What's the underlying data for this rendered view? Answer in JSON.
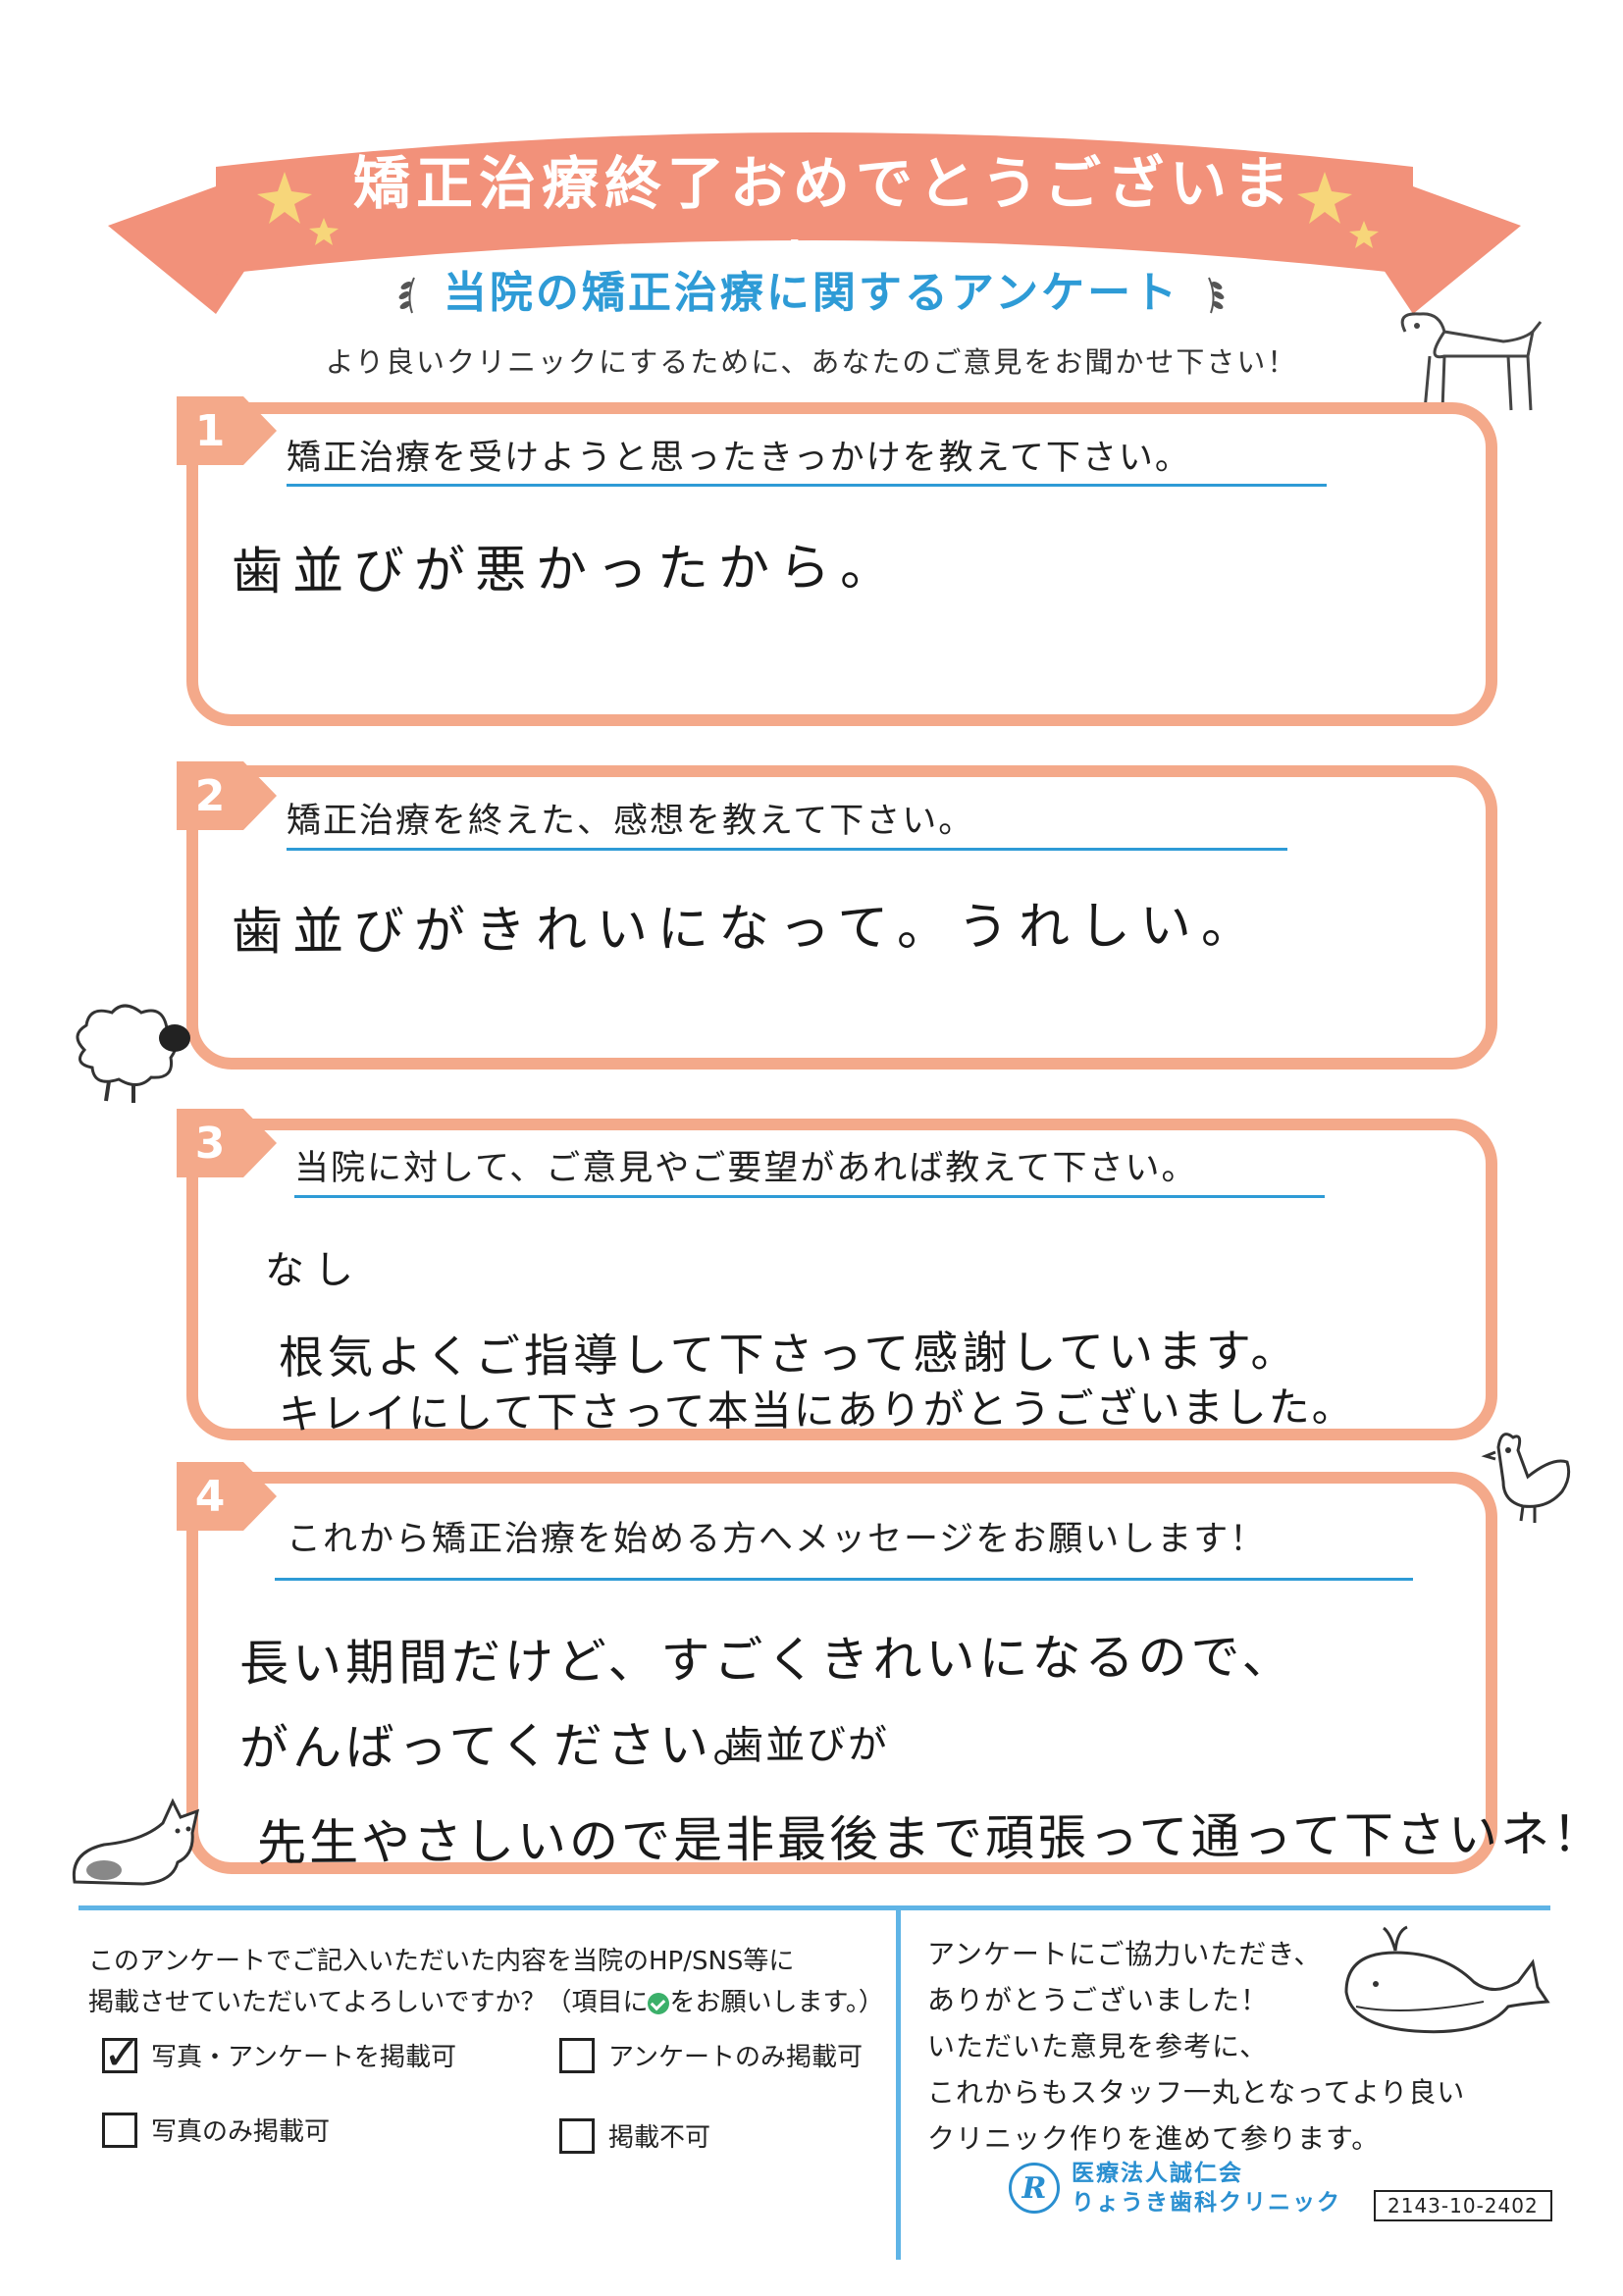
{
  "banner": {
    "title": "矯正治療終了おめでとうございます！"
  },
  "survey": {
    "title": "当院の矯正治療に関するアンケート",
    "intro": "より良いクリニックにするために、あなたのご意見をお聞かせ下さい！"
  },
  "questions": [
    {
      "number": "1",
      "text": "矯正治療を受けようと思ったきっかけを教えて下さい。",
      "answer": [
        "歯並びが悪かったから。"
      ]
    },
    {
      "number": "2",
      "text": "矯正治療を終えた、感想を教えて下さい。",
      "answer": [
        "歯並びがきれいになって。うれしい。"
      ]
    },
    {
      "number": "3",
      "text": "当院に対して、ご意見やご要望があれば教えて下さい。",
      "answer": [
        "なし",
        "根気よくご指導して下さって感謝しています。",
        "キレイにして下さって本当にありがとうございました。"
      ]
    },
    {
      "number": "4",
      "text": "これから矯正治療を始める方へメッセージをお願いします！",
      "answer": [
        "長い期間だけど、すごくきれいになるので、",
        "がんばってください。",
        "歯並びが",
        "先生やさしいので是非最後まで頑張って通って下さいネ！"
      ]
    }
  ],
  "consent": {
    "line1": "このアンケートでご記入いただいた内容を当院のHP/SNS等に",
    "line2a": "掲載させていただいてよろしいですか？（項目に",
    "line2b": "をお願いします。）",
    "options": [
      {
        "label": "写真・アンケートを掲載可",
        "checked": true,
        "mark": "✓"
      },
      {
        "label": "アンケートのみ掲載可",
        "checked": false
      },
      {
        "label": "写真のみ掲載可",
        "checked": false
      },
      {
        "label": "掲載不可",
        "checked": false
      }
    ]
  },
  "thanks": {
    "lines": [
      "アンケートにご協力いただき、",
      "ありがとうございました！",
      "いただいた意見を参考に、",
      "これからもスタッフ一丸となってより良い",
      "クリニック作りを進めて参ります。"
    ]
  },
  "clinic": {
    "logo_letter": "R",
    "name1": "医療法人誠仁会",
    "name2": "りょうき歯科クリニック"
  },
  "form_code": "2143-10-2402",
  "colors": {
    "accent_orange": "#f4a98a",
    "accent_blue": "#2e9bd6",
    "check_green": "#3bb06a"
  }
}
